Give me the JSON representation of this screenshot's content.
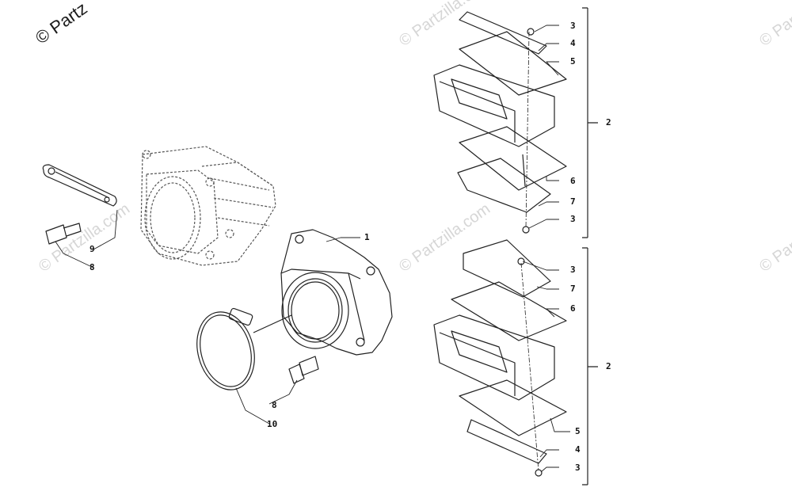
{
  "watermarks": {
    "brand": "© Partzilla.com",
    "brand_corner": "© Partz"
  },
  "callouts": {
    "c1": "1",
    "c2_top": "2",
    "c2_bottom": "2",
    "c3_a": "3",
    "c3_b": "3",
    "c3_c": "3",
    "c3_d": "3",
    "c4_top": "4",
    "c4_bottom": "4",
    "c5_top": "5",
    "c5_bottom": "5",
    "c6_top": "6",
    "c6_bottom": "6",
    "c7_top": "7",
    "c7_bottom": "7",
    "c8_left": "8",
    "c8_center": "8",
    "c9": "9",
    "c10": "10"
  }
}
